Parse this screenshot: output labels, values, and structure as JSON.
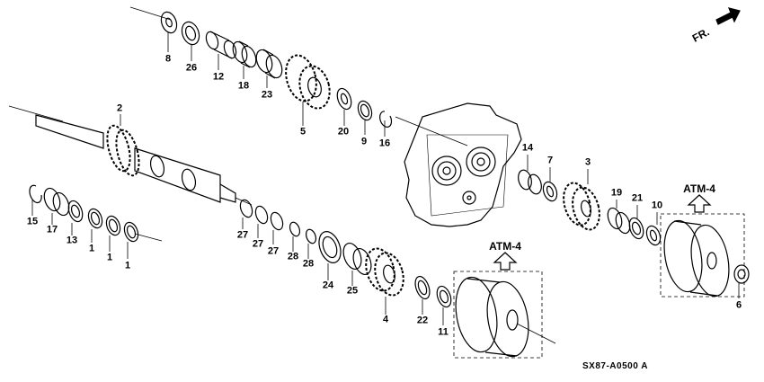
{
  "diagram": {
    "orientation_label": "FR.",
    "assembly_label": "ATM-4",
    "code": "SX87-A0500",
    "code_suffix": "A",
    "parts": {
      "p1": "1",
      "p2": "2",
      "p3": "3",
      "p4": "4",
      "p5": "5",
      "p6": "6",
      "p7": "7",
      "p8": "8",
      "p9": "9",
      "p10": "10",
      "p11": "11",
      "p12": "12",
      "p13": "13",
      "p14": "14",
      "p15": "15",
      "p16": "16",
      "p17": "17",
      "p18": "18",
      "p19": "19",
      "p20": "20",
      "p21": "21",
      "p22": "22",
      "p23": "23",
      "p24": "24",
      "p25": "25",
      "p26": "26",
      "p27": "27",
      "p28": "28"
    }
  }
}
